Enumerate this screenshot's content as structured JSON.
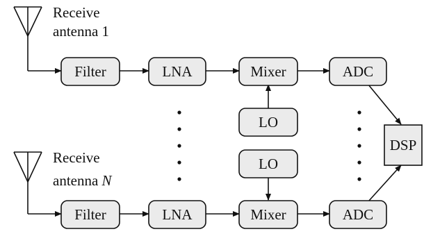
{
  "antennas": [
    {
      "label_line1": "Receive",
      "label_line2_text": "antenna ",
      "label_line2_index": "1"
    },
    {
      "label_line1": "Receive",
      "label_line2_text": "antenna ",
      "label_line2_index": "N"
    }
  ],
  "chain_blocks": {
    "filter": "Filter",
    "lna": "LNA",
    "mixer": "Mixer",
    "lo": "LO",
    "adc": "ADC"
  },
  "dsp_label": "DSP"
}
